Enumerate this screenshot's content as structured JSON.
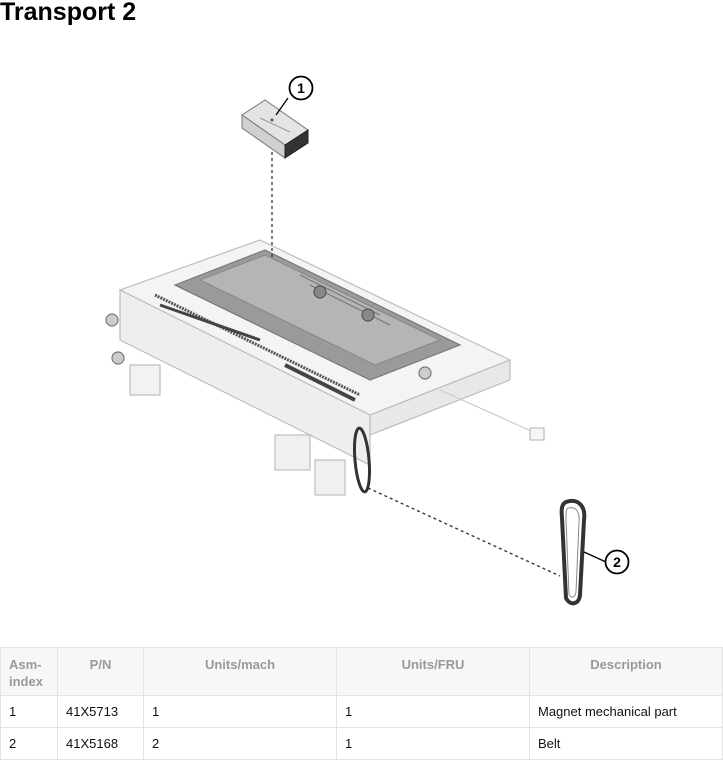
{
  "page": {
    "title": "Transport 2"
  },
  "figure": {
    "callouts": [
      {
        "label": "1"
      },
      {
        "label": "2"
      }
    ]
  },
  "table": {
    "headers": {
      "asm_index_line1": "Asm-",
      "asm_index_line2": "index",
      "pn": "P/N",
      "units_mach": "Units/mach",
      "units_fru": "Units/FRU",
      "description": "Description"
    },
    "rows": [
      {
        "asm_index": "1",
        "pn": "41X5713",
        "units_mach": "1",
        "units_fru": "1",
        "description": "Magnet mechanical part"
      },
      {
        "asm_index": "2",
        "pn": "41X5168",
        "units_mach": "2",
        "units_fru": "1",
        "description": "Belt"
      }
    ]
  }
}
